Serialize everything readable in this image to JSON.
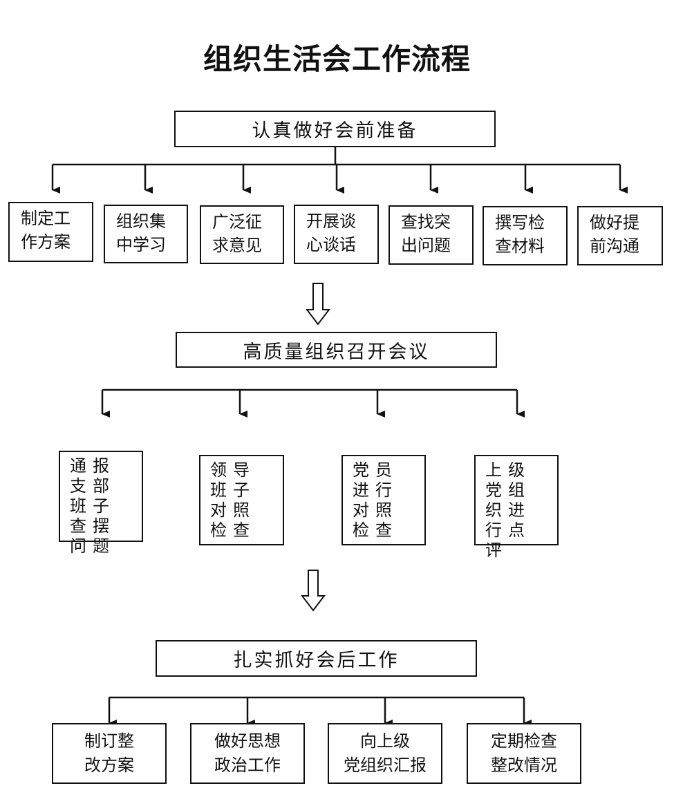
{
  "title": "组织生活会工作流程",
  "stages": [
    {
      "label": "认真做好会前准备",
      "steps": [
        [
          "制定工",
          "作方案"
        ],
        [
          "组织集",
          "中学习"
        ],
        [
          "广泛征",
          "求意见"
        ],
        [
          "开展谈",
          "心谈话"
        ],
        [
          "查找突",
          "出问题"
        ],
        [
          "撰写检",
          "查材料"
        ],
        [
          "做好提",
          "前沟通"
        ]
      ]
    },
    {
      "label": "高质量组织召开会议",
      "steps": [
        "通报支部班子查摆问题",
        "领导班子对照检查",
        "党员进行对照检查",
        "上级党组织进行点评"
      ]
    },
    {
      "label": "扎实抓好会后工作",
      "steps": [
        [
          "制订整",
          "改方案"
        ],
        [
          "做好思想",
          "政治工作"
        ],
        [
          "向上级",
          "党组织汇报"
        ],
        [
          "定期检查",
          "整改情况"
        ]
      ]
    }
  ]
}
